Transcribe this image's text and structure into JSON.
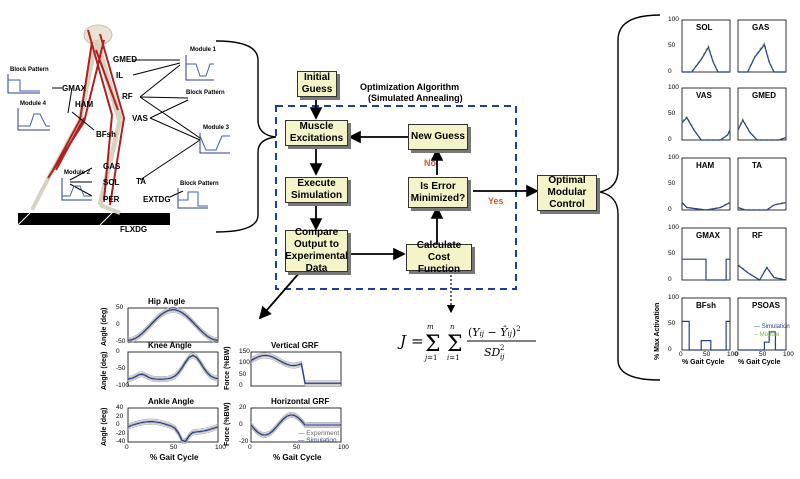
{
  "optimization": {
    "title": "Optimization Algorithm",
    "subtitle": "(Simulated Annealing)",
    "initial_guess": "Initial Guess",
    "muscle_excitations": "Muscle Excitations",
    "execute_simulation": "Execute Simulation",
    "compare_output": "Compare Output to Experimental Data",
    "calculate_cost": "Calculate Cost Function",
    "is_error": "Is Error Minimized?",
    "new_guess": "New Guess",
    "no": "No",
    "yes": "Yes",
    "optimal": "Optimal Modular Control"
  },
  "model": {
    "muscles": [
      "GMED",
      "IL",
      "RF",
      "VAS",
      "GMAX",
      "HAM",
      "BFsh",
      "GAS",
      "SOL",
      "PER",
      "TA",
      "EXTDG",
      "FLXDG"
    ],
    "block_pattern_1": "Block Pattern",
    "block_pattern_2": "Block Pattern",
    "modules": [
      "Module 1",
      "Module 2",
      "Module 3",
      "Module 4"
    ]
  },
  "cost_function": "J = Σ_{j=1}^{m} Σ_{i=1}^{n} (Y_ij − Ŷ_ij)² / SD_ij²",
  "kinematics": {
    "panels": [
      {
        "title": "Hip Angle",
        "ylabel": "Angle (deg)"
      },
      {
        "title": "Knee Angle",
        "ylabel": "Angle (deg)"
      },
      {
        "title": "Ankle Angle",
        "ylabel": "Angle (deg)"
      },
      {
        "title": "Vertical GRF",
        "ylabel": "Force (%BW)"
      },
      {
        "title": "Horizontal GRF",
        "ylabel": "Force (%BW)"
      }
    ],
    "xlabel_left": "% Gait Cycle",
    "xlabel_right": "% Gait Cycle",
    "legend": [
      "Experiment",
      "Simulation"
    ],
    "ticks": {
      "hip": [
        "50",
        "0",
        "-50"
      ],
      "knee": [
        "0",
        "-50",
        "-100"
      ],
      "ankle": [
        "40",
        "20",
        "0",
        "-20",
        "-40"
      ],
      "vgrf": [
        "150",
        "100",
        "50",
        "0"
      ],
      "hgrf": [
        "20",
        "0",
        "-20"
      ],
      "x": [
        "0",
        "50",
        "100"
      ]
    }
  },
  "activations": {
    "panels": [
      "SOL",
      "GAS",
      "VAS",
      "GMED",
      "HAM",
      "TA",
      "GMAX",
      "RF",
      "BFsh",
      "PSOAS"
    ],
    "ylabel": "% Max Activation",
    "xlabel_left": "% Gait Cycle",
    "xlabel_right": "% Gait Cycle",
    "legend": [
      "Simulation",
      "Module"
    ],
    "yticks": [
      "100",
      "50",
      "0"
    ],
    "xticks": [
      "0",
      "50",
      "100"
    ]
  },
  "colors": {
    "box": "#f4f4c8",
    "dashed": "#1d3d9c",
    "sim": "#2b3f8c",
    "module": "#7cc142",
    "orange": "#d4572a"
  }
}
